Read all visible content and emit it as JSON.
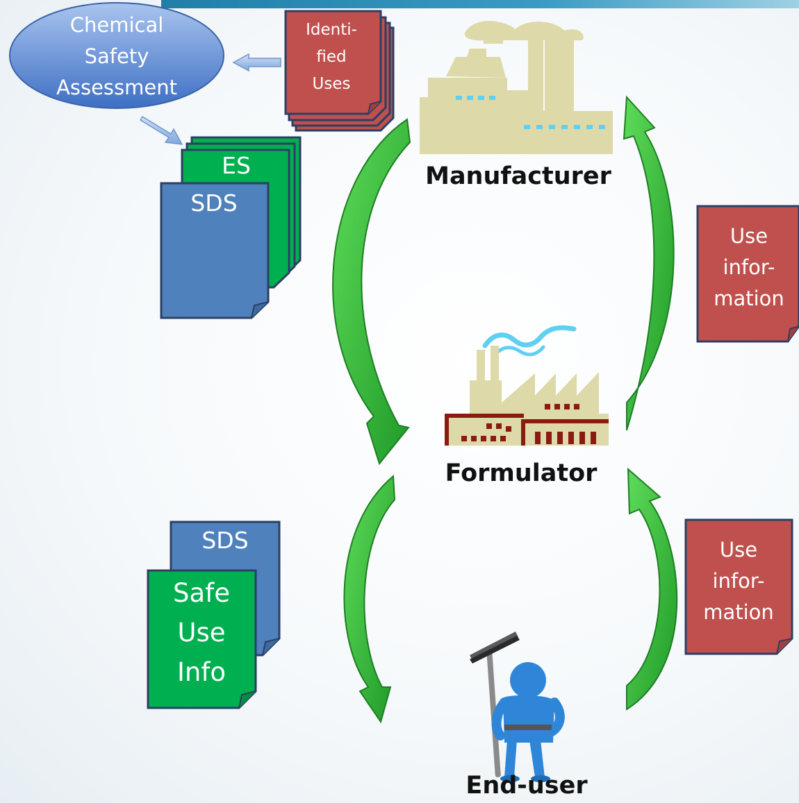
{
  "csa": {
    "lines": [
      "Chemical",
      "Safety",
      "Assessment"
    ]
  },
  "identified_uses": {
    "lines": [
      "Identi-",
      "fied",
      "Uses"
    ]
  },
  "docs_top": {
    "es": "ES",
    "sds": "SDS"
  },
  "docs_bottom": {
    "sds": "SDS",
    "safe_use": [
      "Safe",
      "Use",
      "Info"
    ]
  },
  "use_info_top": {
    "lines": [
      "Use",
      "infor-",
      "mation"
    ]
  },
  "use_info_bottom": {
    "lines": [
      "Use",
      "infor-",
      "mation"
    ]
  },
  "actors": {
    "manufacturer": "Manufacturer",
    "formulator": "Formulator",
    "end_user": "End-user"
  },
  "colors": {
    "doc_red": "#c0504d",
    "doc_green": "#00b050",
    "doc_blue": "#4f81bd",
    "arrow_green": "#3cc63c",
    "factory_tan": "#ddd9a8",
    "factory_dark": "#8b1a10",
    "person_blue": "#2f86d8"
  },
  "icons": {
    "manufacturer": "factory-icon",
    "formulator": "factory-smoke-icon",
    "end_user": "worker-with-squeegee-icon"
  }
}
